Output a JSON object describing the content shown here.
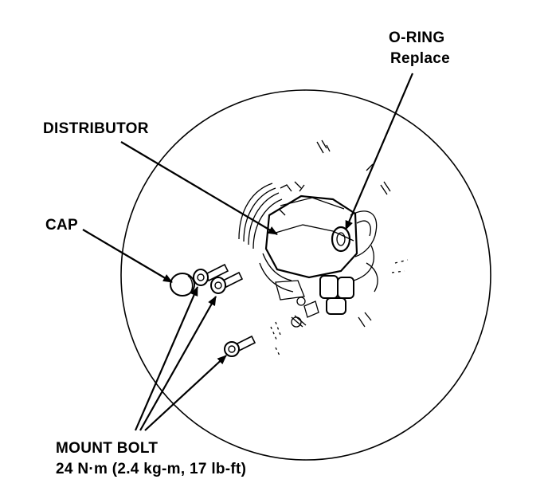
{
  "labels": {
    "oring_title": "O-RING",
    "oring_note": "Replace",
    "distributor": "DISTRIBUTOR",
    "cap": "CAP",
    "mount_bolt_title": "MOUNT BOLT",
    "mount_bolt_torque": "24 N·m (2.4 kg-m, 17 lb-ft)"
  },
  "colors": {
    "ink": "#000000",
    "paper": "#ffffff"
  }
}
